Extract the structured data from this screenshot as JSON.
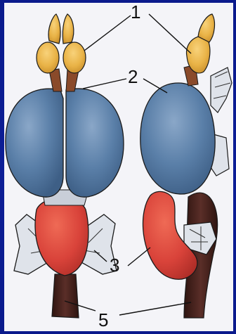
{
  "diagram": {
    "labels": [
      {
        "id": "label-1",
        "text": "1"
      },
      {
        "id": "label-2",
        "text": "2"
      },
      {
        "id": "label-3",
        "text": "3"
      },
      {
        "id": "label-5",
        "text": "5"
      }
    ]
  },
  "colors": {
    "slide_background": "#0a1a8c",
    "picture_background": "#f4f4f8",
    "olfactory_bulb": "#e9b347",
    "cerebrum": "#5a7fa8",
    "cerebellum": "#d9433a",
    "brainstem": "#4a2420",
    "outline": "#1a1a1a"
  }
}
